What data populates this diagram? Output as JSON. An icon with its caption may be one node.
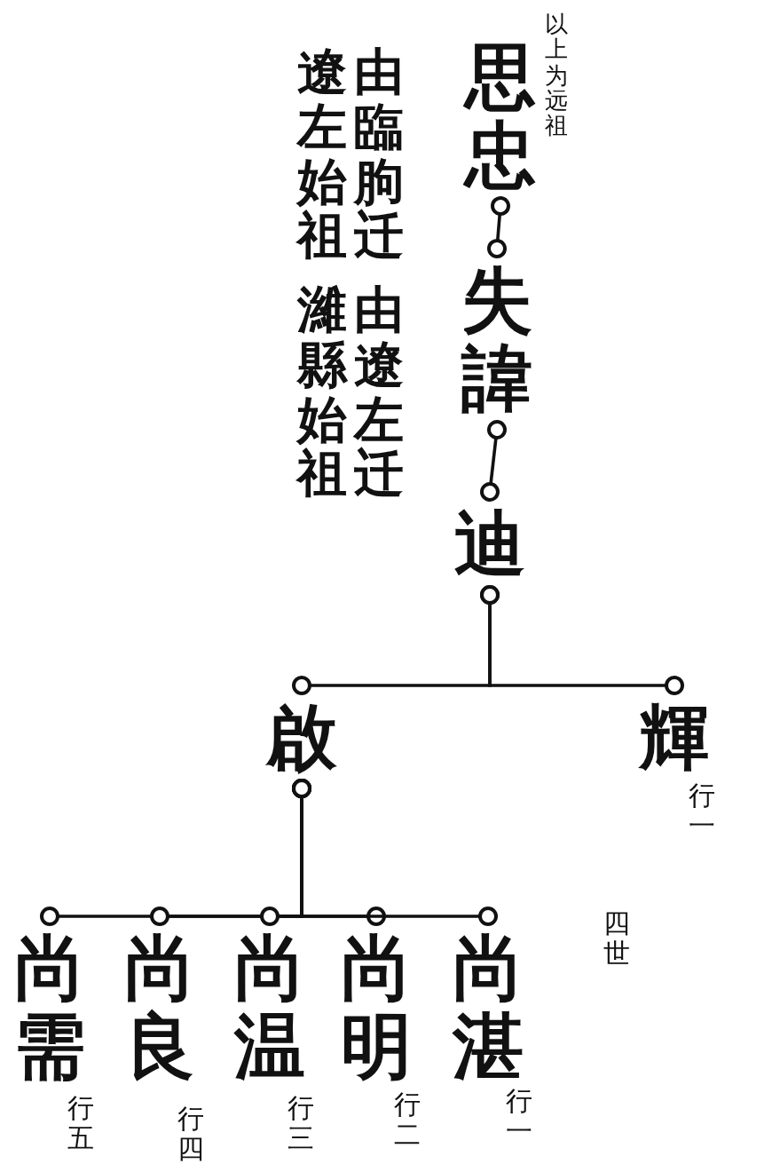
{
  "diagram": {
    "nodes": [
      {
        "text": [
          "思忠"
        ],
        "beside": [
          "以上为远祖",
          "由臨朐迁遼左始祖"
        ]
      },
      {
        "text": [
          "失諱"
        ],
        "beside": [
          "由遼左迁濰縣始祖"
        ]
      },
      {
        "text": [
          "迪"
        ]
      },
      {
        "text": [
          "啟"
        ]
      },
      {
        "text": [
          "輝"
        ],
        "beside": [
          "行一"
        ]
      },
      {
        "text": [
          "尚需"
        ],
        "beside": [
          "行五"
        ]
      },
      {
        "text": [
          "尚良"
        ],
        "beside": [
          "行四"
        ]
      },
      {
        "text": [
          "尚温"
        ],
        "beside": [
          "行三"
        ]
      },
      {
        "text": [
          "尚明"
        ],
        "beside": [
          "行二"
        ]
      },
      {
        "text": [
          "尚湛"
        ],
        "beside": [
          "行一"
        ]
      }
    ],
    "edges": [
      {
        "from": 0,
        "to": 1,
        "arrow": "other"
      },
      {
        "from": 1,
        "to": 2,
        "arrow": "other"
      },
      {
        "from": 2,
        "to": 3,
        "arrow": "other"
      },
      {
        "from": 2,
        "to": 4,
        "arrow": "other"
      },
      {
        "from": 3,
        "to": 5,
        "arrow": "other"
      },
      {
        "from": 3,
        "to": 6,
        "arrow": "other"
      },
      {
        "from": 3,
        "to": 7,
        "arrow": "other"
      },
      {
        "from": 3,
        "to": 8,
        "arrow": "other"
      },
      {
        "from": 3,
        "to": 9,
        "arrow": "other"
      }
    ],
    "labels": [
      "四世"
    ]
  }
}
